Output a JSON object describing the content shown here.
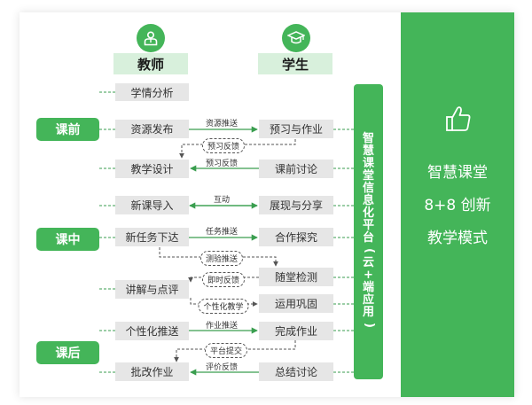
{
  "headers": {
    "teacher": "教师",
    "student": "学生"
  },
  "icons": {
    "teacher": "teacher-icon",
    "student": "graduation-cap-icon",
    "thumb": "thumbs-up-icon"
  },
  "phases": {
    "pre": "课前",
    "in": "课中",
    "post": "课后"
  },
  "teacher_steps": {
    "s1": "学情分析",
    "s2": "资源发布",
    "s3": "教学设计",
    "s4": "新课导入",
    "s5": "新任务下达",
    "s6": "讲解与点评",
    "s7": "个性化推送",
    "s8": "批改作业"
  },
  "student_steps": {
    "s1": "预习与作业",
    "s2": "课前讨论",
    "s3": "展现与分享",
    "s4": "合作探究",
    "s5": "随堂检测",
    "s6": "运用巩固",
    "s7": "完成作业",
    "s8": "总结讨论"
  },
  "flow_labels": {
    "resource_push": "资源推送",
    "preview_feedback_a": "预习反馈",
    "preview_feedback_b": "预习反馈",
    "interaction": "互动",
    "task_push": "任务推送",
    "quiz_push": "测验推送",
    "instant_feedback": "即时反馈",
    "personalized_teaching": "个性化教学",
    "homework_push": "作业推送",
    "platform_submit": "平台提交",
    "evaluation_feedback": "评价反馈"
  },
  "platform": {
    "chars": [
      "智",
      "慧",
      "课",
      "堂",
      "信",
      "息",
      "化",
      "平",
      "台",
      "(",
      "云",
      "+",
      "端",
      "应",
      "用",
      ")"
    ]
  },
  "panel": {
    "line1": "智慧课堂",
    "line2": "8+8 创新",
    "line3": "教学模式"
  },
  "colors": {
    "accent": "#44b559",
    "header_bg": "#d8f0dc",
    "box_bg": "#e6e6e6"
  }
}
